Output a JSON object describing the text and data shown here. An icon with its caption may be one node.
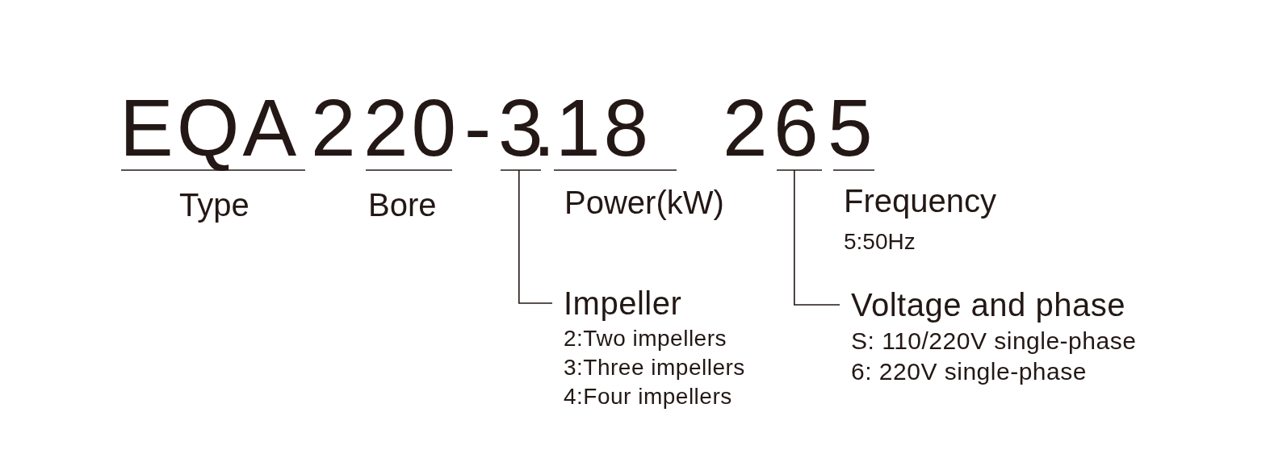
{
  "diagram": {
    "nodes": [
      {
        "text": [
          "3"
        ]
      },
      {
        "text": [
          "Impeller",
          "2:Two impellers",
          "3:Three impellers",
          "4:Four impellers"
        ]
      },
      {
        "text": [
          "6"
        ]
      },
      {
        "text": [
          "Voltage and phase",
          "S: 110/220V single-phase",
          "6: 220V single-phase"
        ]
      }
    ],
    "edges": [
      {
        "from": 0,
        "to": 1,
        "arrow": "none"
      },
      {
        "from": 2,
        "to": 3,
        "arrow": "none"
      }
    ],
    "labels": [
      "EQA",
      "2",
      "20",
      "-",
      ".",
      "18",
      "2",
      "5",
      "Type",
      "Bore",
      "Power(kW)",
      "Frequency",
      "5:50Hz"
    ]
  }
}
